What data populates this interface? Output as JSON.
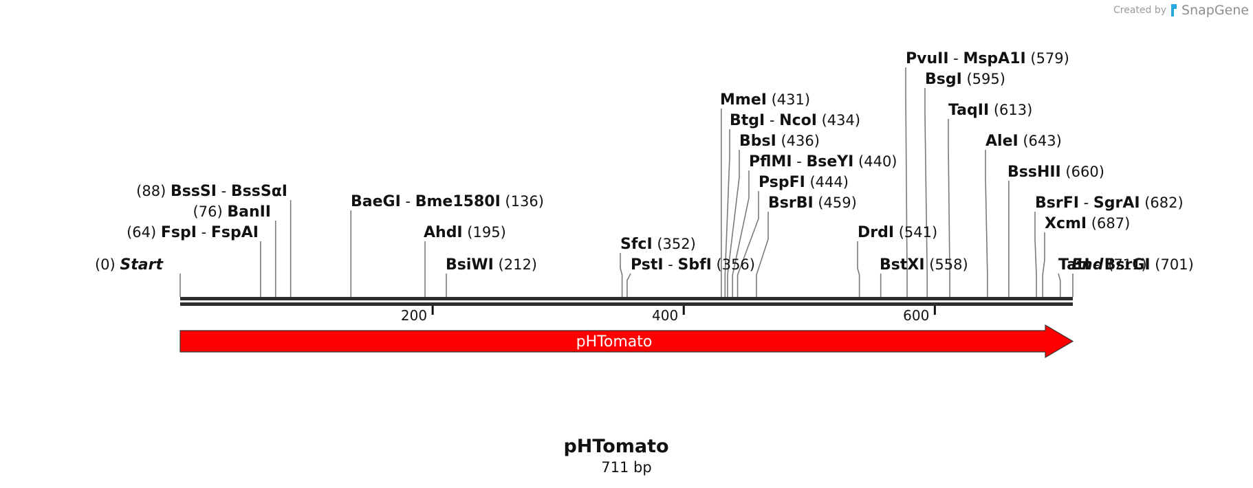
{
  "credit": {
    "prefix": "Created by",
    "brand": "SnapGene"
  },
  "sequence": {
    "name": "pHTomato",
    "length_label": "711 bp",
    "length": 711
  },
  "ruler": {
    "ticks": [
      {
        "pos": 200,
        "label": "200"
      },
      {
        "pos": 400,
        "label": "400"
      },
      {
        "pos": 600,
        "label": "600"
      }
    ]
  },
  "feature": {
    "label": "pHTomato",
    "color": "#ff0000",
    "start": 0,
    "end": 711,
    "direction": "forward"
  },
  "sites": [
    {
      "id": "start",
      "names": [
        "Start"
      ],
      "pos": 0,
      "pos_label": "(0)",
      "italic": true,
      "side": "left"
    },
    {
      "id": "fspi",
      "names": [
        "FspI",
        "FspAI"
      ],
      "pos": 64,
      "pos_label": "(64)",
      "side": "left"
    },
    {
      "id": "banii",
      "names": [
        "BanII"
      ],
      "pos": 76,
      "pos_label": "(76)",
      "side": "left"
    },
    {
      "id": "bsssi",
      "names": [
        "BssSI",
        "BssSαI"
      ],
      "pos": 88,
      "pos_label": "(88)",
      "side": "left"
    },
    {
      "id": "baegi",
      "names": [
        "BaeGI",
        "Bme1580I"
      ],
      "pos": 136,
      "pos_label": "(136)",
      "side": "right"
    },
    {
      "id": "ahdi",
      "names": [
        "AhdI"
      ],
      "pos": 195,
      "pos_label": "(195)",
      "side": "right"
    },
    {
      "id": "bsiwi",
      "names": [
        "BsiWI"
      ],
      "pos": 212,
      "pos_label": "(212)",
      "side": "right"
    },
    {
      "id": "sfci",
      "names": [
        "SfcI"
      ],
      "pos": 352,
      "pos_label": "(352)",
      "side": "right"
    },
    {
      "id": "psti",
      "names": [
        "PstI",
        "SbfI"
      ],
      "pos": 356,
      "pos_label": "(356)",
      "side": "right"
    },
    {
      "id": "mmei",
      "names": [
        "MmeI"
      ],
      "pos": 431,
      "pos_label": "(431)",
      "side": "right"
    },
    {
      "id": "btgi",
      "names": [
        "BtgI",
        "NcoI"
      ],
      "pos": 434,
      "pos_label": "(434)",
      "side": "right"
    },
    {
      "id": "bbsi",
      "names": [
        "BbsI"
      ],
      "pos": 436,
      "pos_label": "(436)",
      "side": "right"
    },
    {
      "id": "pflmi",
      "names": [
        "PflMI",
        "BseYI"
      ],
      "pos": 440,
      "pos_label": "(440)",
      "side": "right"
    },
    {
      "id": "pspfi",
      "names": [
        "PspFI"
      ],
      "pos": 444,
      "pos_label": "(444)",
      "side": "right"
    },
    {
      "id": "bsrbi",
      "names": [
        "BsrBI"
      ],
      "pos": 459,
      "pos_label": "(459)",
      "side": "right"
    },
    {
      "id": "drdi",
      "names": [
        "DrdI"
      ],
      "pos": 541,
      "pos_label": "(541)",
      "side": "right"
    },
    {
      "id": "bstxi",
      "names": [
        "BstXI"
      ],
      "pos": 558,
      "pos_label": "(558)",
      "side": "right"
    },
    {
      "id": "pvuii",
      "names": [
        "PvuII",
        "MspA1I"
      ],
      "pos": 579,
      "pos_label": "(579)",
      "side": "right"
    },
    {
      "id": "bsgi",
      "names": [
        "BsgI"
      ],
      "pos": 595,
      "pos_label": "(595)",
      "side": "right"
    },
    {
      "id": "taqii",
      "names": [
        "TaqII"
      ],
      "pos": 613,
      "pos_label": "(613)",
      "side": "right"
    },
    {
      "id": "alei",
      "names": [
        "AleI"
      ],
      "pos": 643,
      "pos_label": "(643)",
      "side": "right"
    },
    {
      "id": "bsshii",
      "names": [
        "BssHII"
      ],
      "pos": 660,
      "pos_label": "(660)",
      "side": "right"
    },
    {
      "id": "bsrfi",
      "names": [
        "BsrFI",
        "SgrAI"
      ],
      "pos": 682,
      "pos_label": "(682)",
      "side": "right"
    },
    {
      "id": "xcmi",
      "names": [
        "XcmI"
      ],
      "pos": 687,
      "pos_label": "(687)",
      "side": "right"
    },
    {
      "id": "tati",
      "names": [
        "TatI",
        "BsrGI"
      ],
      "pos": 701,
      "pos_label": "(701)",
      "side": "right"
    },
    {
      "id": "end",
      "names": [
        "End"
      ],
      "pos": 711,
      "pos_label": "(711)",
      "italic": true,
      "side": "right"
    }
  ]
}
